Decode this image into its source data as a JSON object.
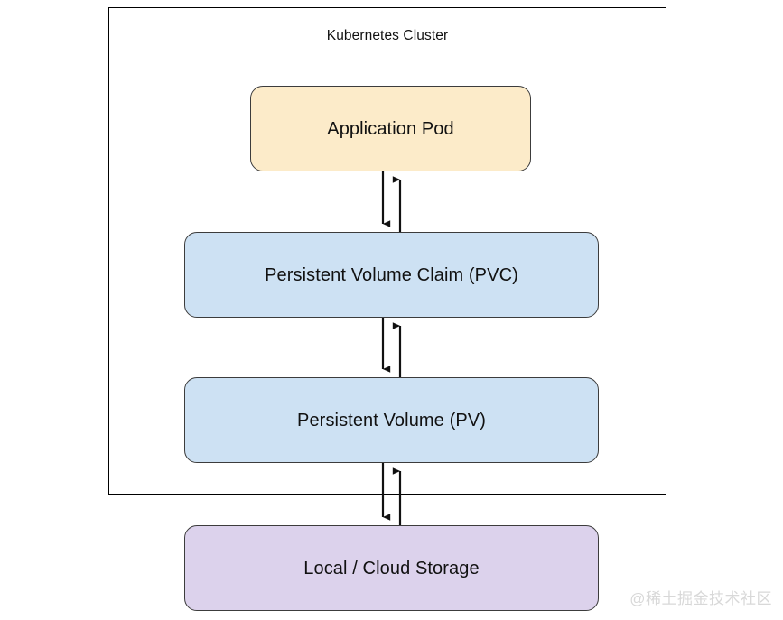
{
  "diagram": {
    "title": "Kubernetes Cluster",
    "background_color": "#ffffff",
    "border_color": "#000000",
    "nodes": [
      {
        "id": "app-pod",
        "label": "Application Pod",
        "fill": "#fcebc9",
        "stroke": "#3c3c3c",
        "inside_cluster": true
      },
      {
        "id": "pvc",
        "label": "Persistent Volume Claim (PVC)",
        "fill": "#cde1f3",
        "stroke": "#3c3c3c",
        "inside_cluster": true
      },
      {
        "id": "pv",
        "label": "Persistent Volume (PV)",
        "fill": "#cde1f3",
        "stroke": "#3c3c3c",
        "inside_cluster": true
      },
      {
        "id": "storage",
        "label": "Local / Cloud Storage",
        "fill": "#dcd2ec",
        "stroke": "#3c3c3c",
        "inside_cluster": false
      }
    ],
    "connections": [
      {
        "from": "app-pod",
        "to": "pvc",
        "direction": "bidirectional"
      },
      {
        "from": "pvc",
        "to": "pv",
        "direction": "bidirectional"
      },
      {
        "from": "pv",
        "to": "storage",
        "direction": "bidirectional"
      }
    ]
  },
  "watermark": {
    "text": "@稀土掘金技术社区"
  }
}
